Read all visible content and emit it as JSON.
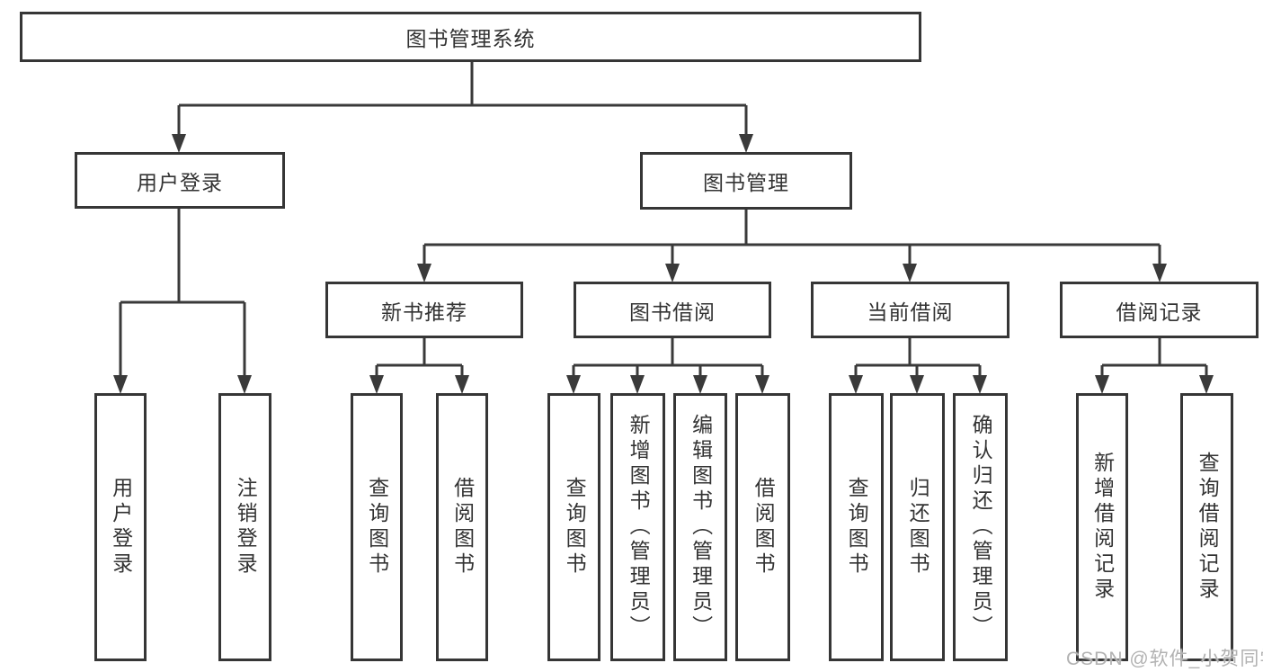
{
  "tree": {
    "root_label": "图书管理系统",
    "login_branch": {
      "label": "用户登录",
      "children": [
        {
          "label": "用户登录"
        },
        {
          "label": "注销登录"
        }
      ]
    },
    "mgmt_branch": {
      "label": "图书管理",
      "sections": [
        {
          "label": "新书推荐",
          "children": [
            {
              "label": "查询图书"
            },
            {
              "label": "借阅图书"
            }
          ]
        },
        {
          "label": "图书借阅",
          "children": [
            {
              "label": "查询图书"
            },
            {
              "label": "新增图书（管理员）"
            },
            {
              "label": "编辑图书（管理员）"
            },
            {
              "label": "借阅图书"
            }
          ]
        },
        {
          "label": "当前借阅",
          "children": [
            {
              "label": "查询图书"
            },
            {
              "label": "归还图书"
            },
            {
              "label": "确认归还（管理员）"
            }
          ]
        },
        {
          "label": "借阅记录",
          "children": [
            {
              "label": "新增借阅记录"
            },
            {
              "label": "查询借阅记录"
            }
          ]
        }
      ]
    }
  },
  "watermark": "CSDN @软件_小贺同学",
  "colors": {
    "line": "#3a3a3a",
    "box_border": "#363636",
    "text": "#333333",
    "watermark": "#b2b2b2",
    "background": "#ffffff"
  }
}
